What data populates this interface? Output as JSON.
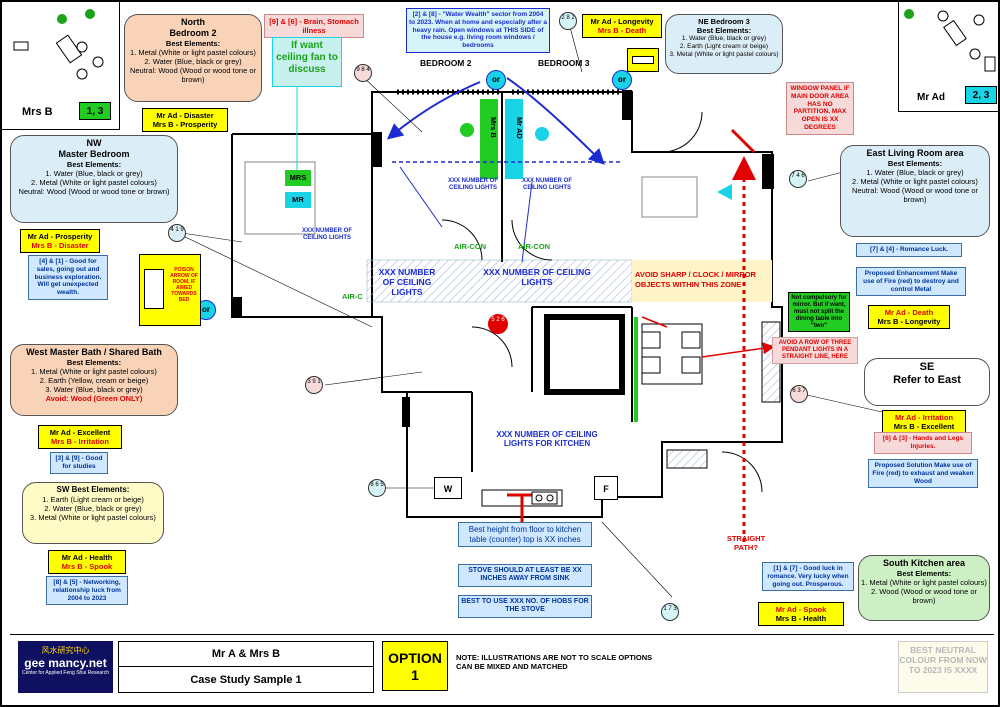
{
  "top_left_panel": {
    "name": "Mrs B",
    "numbers": "1, 3"
  },
  "top_right_panel": {
    "name": "Mr Ad",
    "numbers": "2, 3"
  },
  "north": {
    "title": "North",
    "subtitle": "Bedroom 2",
    "best": "Best Elements:",
    "line1": "1. Metal (White or light pastel colours)",
    "line2": "2. Water (Blue, black or grey)",
    "line3": "Neutral: Wood (Wood or wood tone or brown)",
    "ad": "Mr Ad - Disaster",
    "b": "Mrs B - Prosperity"
  },
  "brain_note": "[9] & [6] - Brain, Stomach illness",
  "circle_north": "9 8 4",
  "water_wealth": "[2] & [8] - \"Water Wealth\" sector from 2004 to 2023. When at home and especially after a heavy rain. Open windows at THIS SIDE of the house e.g. living room windows / bedrooms",
  "circle_top_mid": "2 8 2",
  "longevity": {
    "ad": "Mr Ad - Longevity",
    "b": "Mrs B - Death"
  },
  "ne": {
    "title": "NE Bedroom 3",
    "best": "Best Elements:",
    "line1": "1. Water (Blue, black or grey)",
    "line2": "2. Earth (Light cream or beige)",
    "line3": "3. Metal (White or light pastel colours)"
  },
  "ceiling_fan": "If want ceiling fan to discuss",
  "window_panel": "WINDOW PANEL IF MAIN DOOR AREA HAS NO PARTITION, MAX OPEN IS XX DEGREES",
  "nw": {
    "title": "NW",
    "subtitle": "Master Bedroom",
    "best": "Best Elements:",
    "line1": "1. Water (Blue, black or grey)",
    "line2": "2. Metal (White or light pastel colours)",
    "line3": "Neutral: Wood (Wood or wood tone or brown)",
    "ad": "Mr Ad - Prosperity",
    "b": "Mrs B - Disaster"
  },
  "circle_nw": "4 1 9",
  "nw_note": "[4] & [1] - Good for sales, going out and business exploration. Will get unexpected wealth.",
  "poison": "POISON ARROW OF ROOM, IF AIMED TOWARDS BED",
  "or_label": "or",
  "east": {
    "title": "East Living Room area",
    "best": "Best Elements:",
    "line1": "1. Water (Blue, black or grey)",
    "line2": "2. Metal (White or light pastel colours)",
    "line3": "Neutral: Wood (Wood or wood tone or brown)"
  },
  "circle_east": "7 4 6",
  "romance": "[7] & [4] - Romance Luck.",
  "enhancement": "Proposed Enhancement Make use of Fire (red) to destroy and control Metal",
  "east_luck": {
    "ad": "Mr Ad - Death",
    "b": "Mrs B - Longevity"
  },
  "west": {
    "title": "West Master Bath / Shared Bath",
    "best": "Best Elements:",
    "line1": "1. Metal (White or light pastel colours)",
    "line2": "2. Earth (Yellow, cream or beige)",
    "line3": "3. Water (Blue, black or grey)",
    "avoid": "Avoid: Wood (Green ONLY)",
    "ad": "Mr Ad - Excellent",
    "b": "Mrs B - Irritation"
  },
  "circle_west": "3 9 1",
  "west_note": "[3] & [9] - Good for studies",
  "se": {
    "title": "SE",
    "subtitle": "Refer to East",
    "ad": "Mr Ad - Irritation",
    "b": "Mrs B - Excellent"
  },
  "circle_se": "6 3 7",
  "hands": "[6] & [3] - Hands and Legs Injuries.",
  "solution": "Proposed Solution Make use of Fire (red) to exhaust and weaken Wood",
  "sw": {
    "title": "SW Best Elements:",
    "line1": "1. Earth (Light cream or beige)",
    "line2": "2. Water (Blue, black or grey)",
    "line3": "3. Metal (White or light pastel colours)",
    "ad": "Mr Ad - Health",
    "b": "Mrs B - Spook"
  },
  "circle_sw": "8 6 5",
  "sw_note": "[8] & [5] - Networking, relationship luck from 2004 to 2023",
  "south": {
    "title": "South Kitchen area",
    "best": "Best Elements:",
    "line1": "1. Metal (White or light pastel colours)",
    "line2": "2. Wood (Wood or wood tone or brown)",
    "ad": "Mr Ad - Spook",
    "b": "Mrs B - Health"
  },
  "circle_south": "1 7 3",
  "south_note": "[1] & [7] - Good luck in romance. Very lucky when going out. Prosperous.",
  "center_circle": "5 2 6",
  "plan": {
    "bedroom2": "BEDROOM 2",
    "bedroom3": "BEDROOM 3",
    "mrs_b_bar": "Mrs B",
    "mr_ad_bar": "Mr AD",
    "mrs": "MRS",
    "mr": "MR",
    "aircon": "AIR-CON",
    "air_c": "AIR-C",
    "ceiling_small": "XXX NUMBER OF CEILING LIGHTS",
    "ceiling_large": "XXX NUMBER OF CEILING LIGHTS",
    "ceiling_kitchen": "XXX NUMBER OF CEILING LIGHTS FOR KITCHEN",
    "avoid_zone": "AVOID SHARP / CLOCK / MIRROR OBJECTS WITHIN THIS ZONE",
    "mirror_note": "Not compulsory for mirror. But if want, must not split the dining table into \"two\"",
    "pendant_note": "AVOID A ROW OF THREE PENDANT LIGHTS IN A STRAIGHT LINE, HERE",
    "straight_path": "STRAIGHT PATH?",
    "w": "W",
    "f": "F"
  },
  "kitchen_notes": {
    "height": "Best height from floor to kitchen table (counter) top is XX inches",
    "stove": "STOVE SHOULD AT LEAST BE XX INCHES AWAY FROM SINK",
    "hobs": "BEST TO USE XXX NO. OF HOBS FOR THE STOVE"
  },
  "footer": {
    "logo_cn": "风水研究中心",
    "logo_main": "gee mancy.net",
    "logo_sub": "Center for Applied Feng Shui Research",
    "client": "Mr A & Mrs B",
    "case": "Case Study Sample 1",
    "option": "OPTION 1",
    "note": "NOTE: ILLUSTRATIONS ARE NOT TO SCALE OPTIONS CAN BE MIXED AND MATCHED",
    "neutral": "BEST NEUTRAL COLOUR FROM NOW TO 2023 IS XXXX"
  },
  "colors": {
    "red": "#e00000",
    "blue": "#1b2bd1",
    "yellow": "#ffff00",
    "green": "#22cc22",
    "cyan": "#19d3e6"
  }
}
